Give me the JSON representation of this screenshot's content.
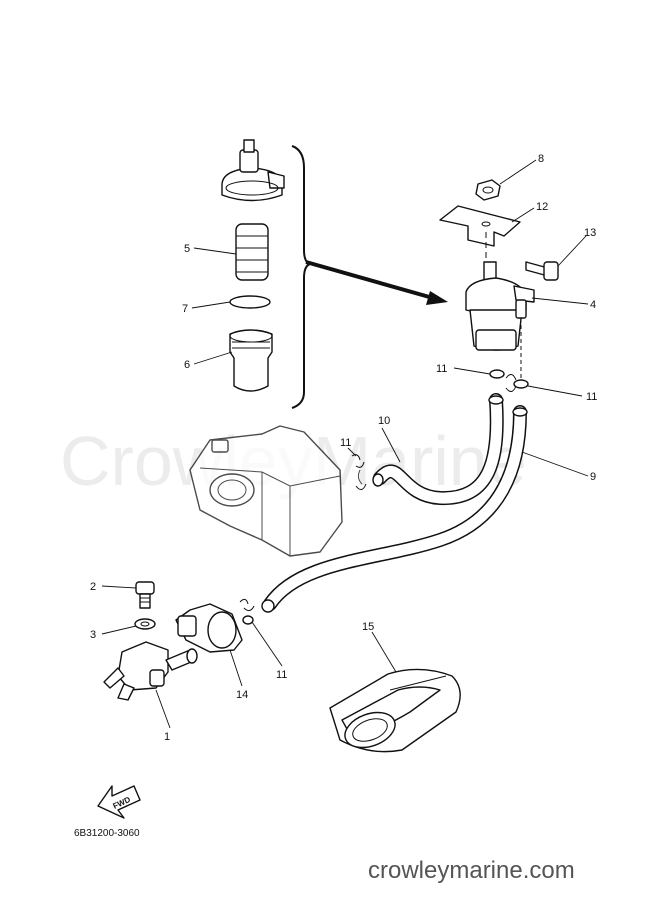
{
  "watermark": "CrowleyMarine",
  "diagram_code": "6B31200-3060",
  "footer_site": "crowleymarine.com",
  "fwd_label": "FWD",
  "callouts": {
    "c1": "1",
    "c2": "2",
    "c3": "3",
    "c4": "4",
    "c5": "5",
    "c6": "6",
    "c7": "7",
    "c8": "8",
    "c9": "9",
    "c10": "10",
    "c11a": "11",
    "c11b": "11",
    "c11c": "11",
    "c11d": "11",
    "c12": "12",
    "c13": "13",
    "c14": "14",
    "c15": "15"
  }
}
